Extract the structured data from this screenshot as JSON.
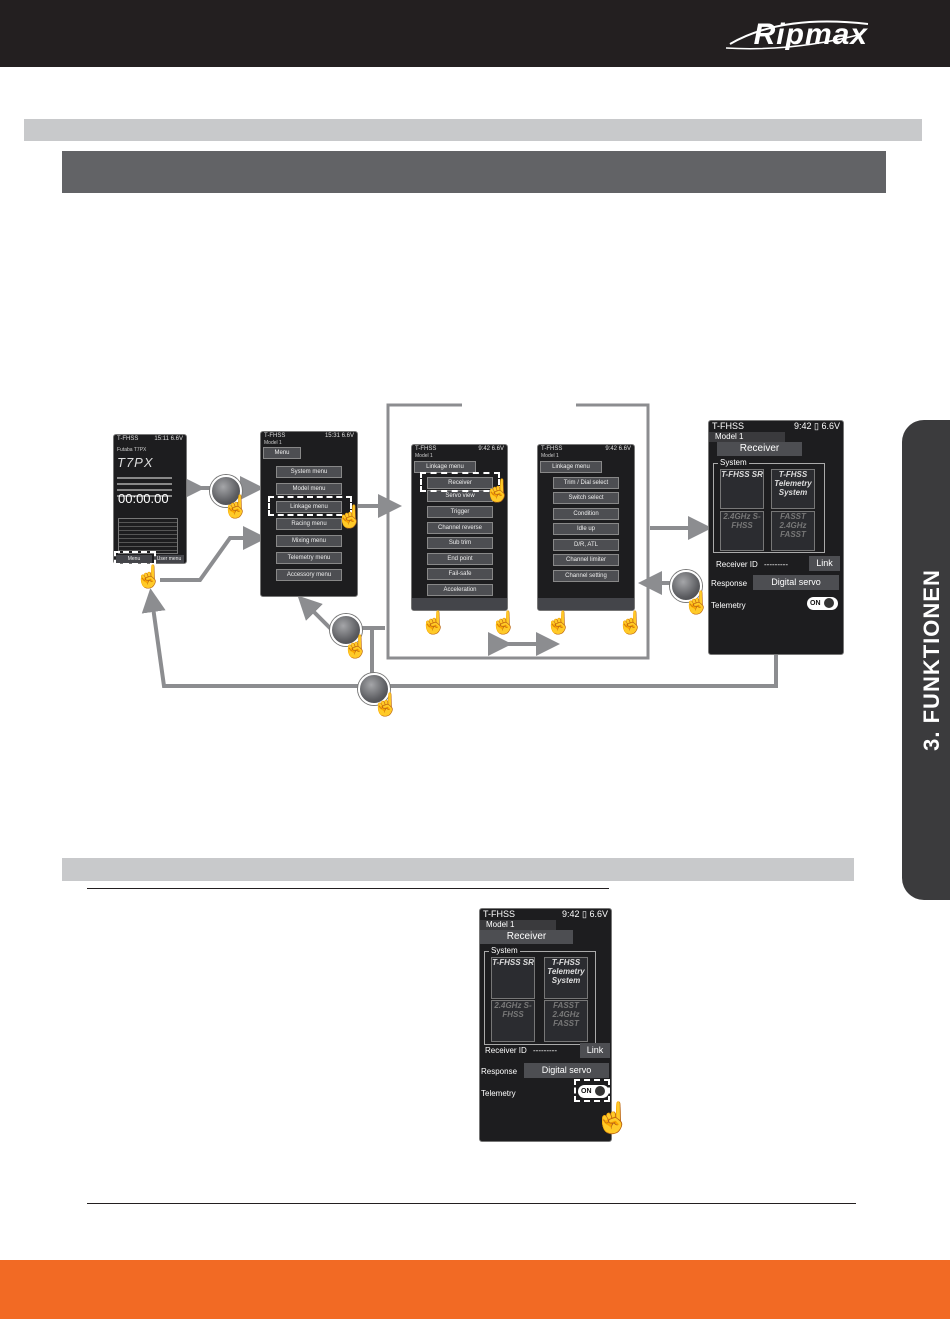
{
  "brand": {
    "logo_text": "Ripmax"
  },
  "side_tab": {
    "label": "3. FUNKTIONEN"
  },
  "home_screen": {
    "status_left": "T-FHSS",
    "status_right": "15:11 6.6V",
    "model": "Futaba T7PX",
    "logo": "T7PX",
    "timer": "00:00.00",
    "tabs": [
      "Menu",
      "User menu"
    ]
  },
  "main_menu": {
    "status_left": "T-FHSS",
    "status_right": "15:31 6.6V",
    "model": "Model 1",
    "title": "Menu",
    "items": [
      "System menu",
      "Model menu",
      "Linkage menu",
      "Racing menu",
      "Mixing menu",
      "Telemetry menu",
      "Accessory menu"
    ]
  },
  "linkage_page1": {
    "status_left": "T-FHSS",
    "status_right": "9:42 6.6V",
    "model": "Model 1",
    "title": "Linkage menu",
    "items": [
      "Receiver",
      "Servo view",
      "Trigger",
      "Channel reverse",
      "Sub trim",
      "End point",
      "Fail-safe",
      "Acceleration"
    ]
  },
  "linkage_page2": {
    "status_left": "T-FHSS",
    "status_right": "9:42 6.6V",
    "model": "Model 1",
    "title": "Linkage menu",
    "items": [
      "Trim / Dial select",
      "Switch select",
      "Condition",
      "Idle up",
      "D/R, ATL",
      "Channel limiter",
      "Channel setting"
    ]
  },
  "receiver_screen": {
    "status_left": "T-FHSS",
    "time": "9:42",
    "voltage": "6.6V",
    "model": "Model 1",
    "title": "Receiver",
    "system_label": "System",
    "tiles": [
      "T-FHSS SR",
      "T-FHSS Telemetry System",
      "2.4GHz S-FHSS",
      "FASST 2.4GHz FASST"
    ],
    "receiver_id_label": "Receiver ID",
    "receiver_id_value": "---------",
    "link_label": "Link",
    "response_label": "Response",
    "response_value": "Digital servo",
    "telemetry_label": "Telemetry",
    "telemetry_value": "ON"
  }
}
